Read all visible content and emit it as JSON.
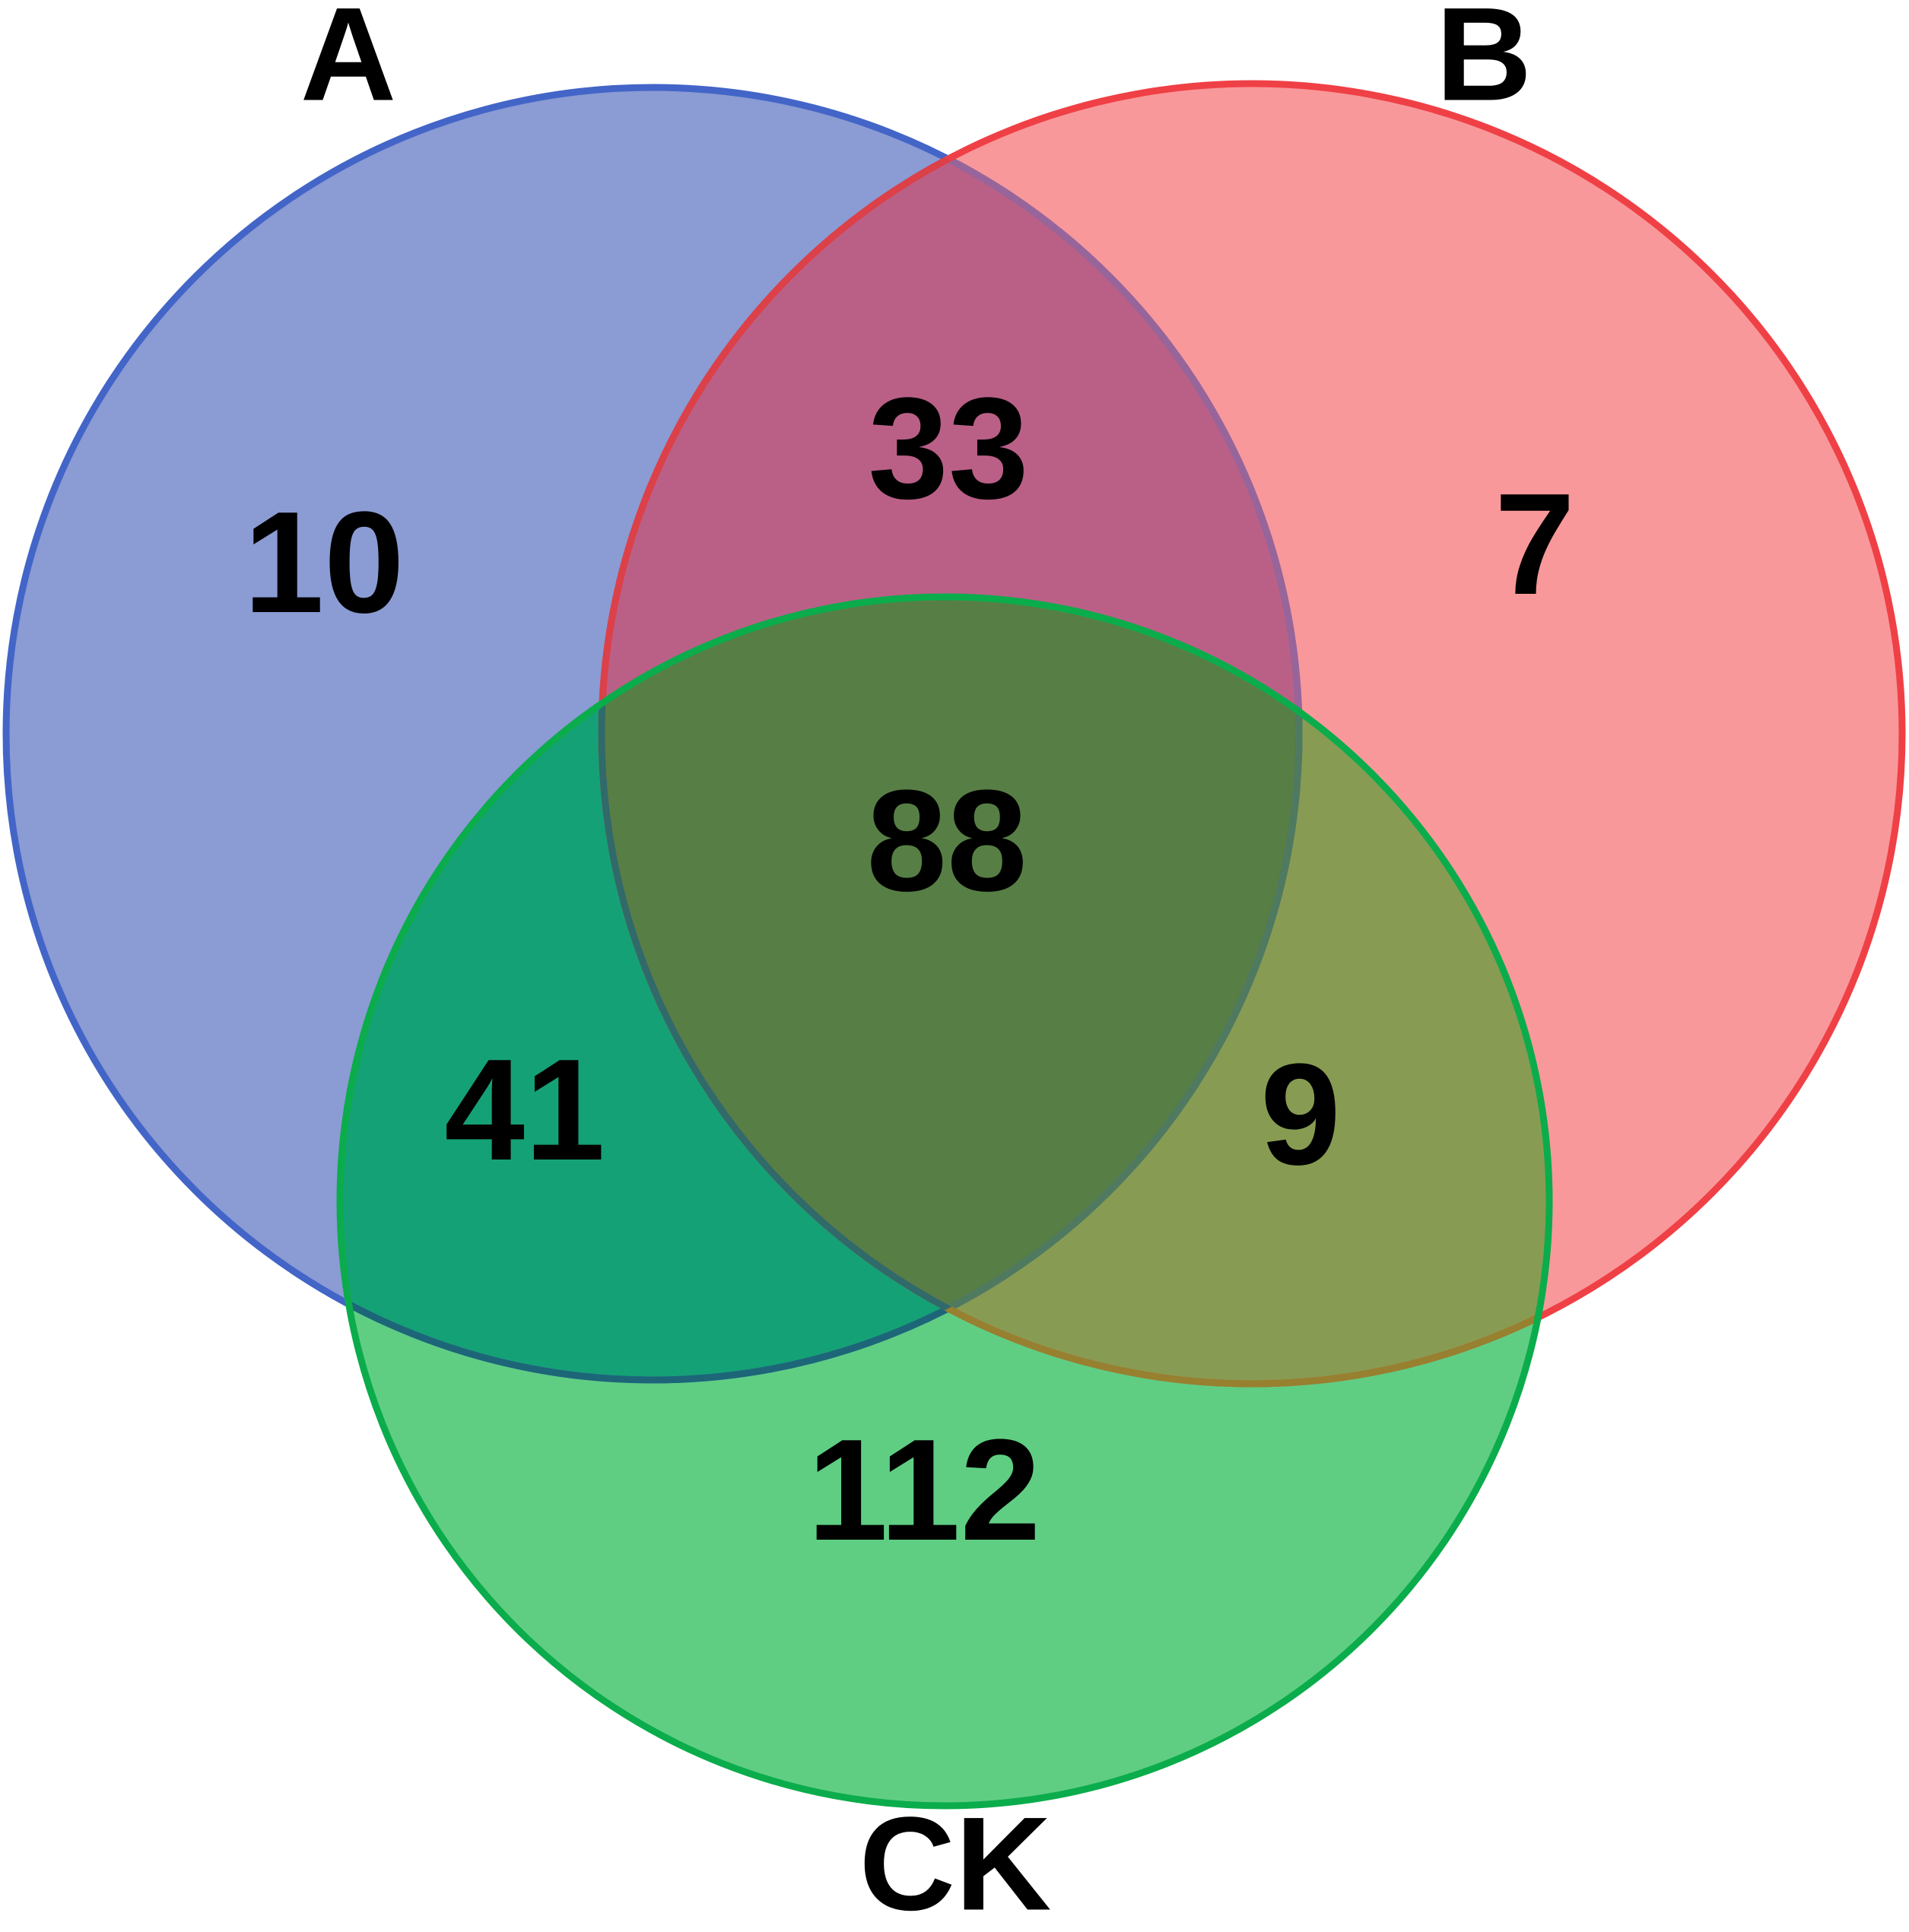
{
  "figure": {
    "kind": "venn-diagram",
    "background": "#ffffff",
    "text_color": "#000000"
  },
  "chart_data": {
    "type": "venn",
    "sets": [
      {
        "id": "A",
        "label": "A",
        "fill": "#8B9BD3",
        "stroke": "#4365C8"
      },
      {
        "id": "B",
        "label": "B",
        "fill": "#F9989A",
        "stroke": "#EF4046"
      },
      {
        "id": "CK",
        "label": "CK",
        "fill": "#5FCE83",
        "stroke": "#0BAC4B"
      }
    ],
    "regions": [
      {
        "sets": [
          "A"
        ],
        "value": 10
      },
      {
        "sets": [
          "B"
        ],
        "value": 7
      },
      {
        "sets": [
          "CK"
        ],
        "value": 112
      },
      {
        "sets": [
          "A",
          "B"
        ],
        "value": 33
      },
      {
        "sets": [
          "A",
          "CK"
        ],
        "value": 41
      },
      {
        "sets": [
          "B",
          "CK"
        ],
        "value": 9
      },
      {
        "sets": [
          "A",
          "B",
          "CK"
        ],
        "value": 88
      }
    ],
    "overlap_fills": {
      "A_B": "#BA6087",
      "A_CK": "#15A176",
      "B_CK": "#879C52",
      "A_B_CK": "#577F45"
    },
    "stroke_overlays": {
      "A_in_B": "#97659A",
      "A_in_CK": "#1D6678",
      "A_in_B_CK": "#507A60",
      "B_in_A": "#DC4048",
      "B_in_CK": "#97802F",
      "B_in_A_CK": "#306A6A"
    },
    "layout": {
      "legend": false,
      "grid": false
    }
  }
}
